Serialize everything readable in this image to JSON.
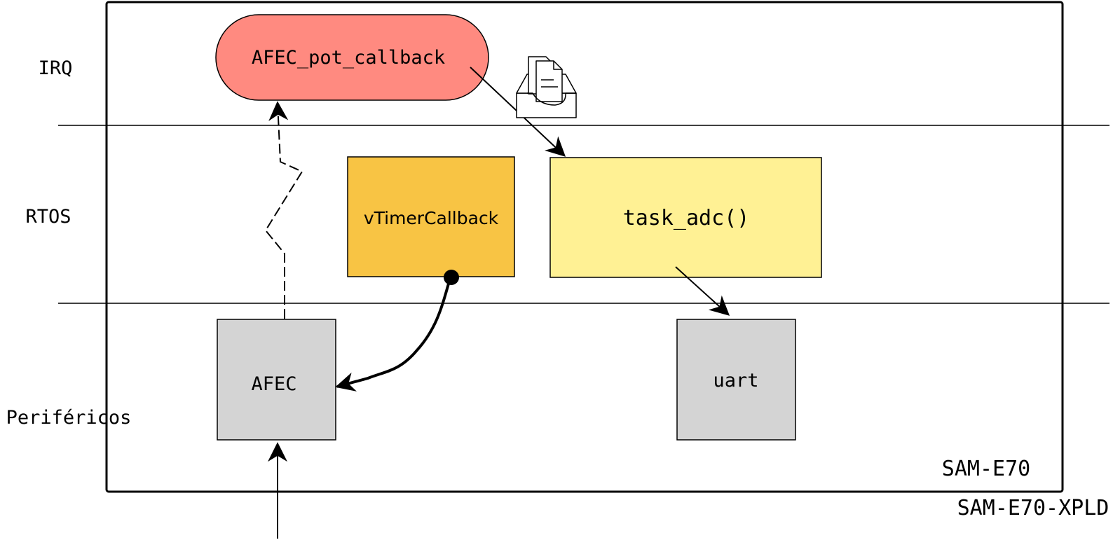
{
  "layers": {
    "irq": "IRQ",
    "rtos": "RTOS",
    "perifericos": "Periféricos"
  },
  "nodes": {
    "afec_callback": "AFEC_pot_callback",
    "vtimer_callback": "vTimerCallback",
    "task_adc": "task_adc()",
    "afec": "AFEC",
    "uart": "uart"
  },
  "boards": {
    "mcu": "SAM-E70",
    "board": "SAM-E70-XPLD"
  },
  "icons": {
    "queue": "inbox-document-icon"
  },
  "colors": {
    "irq_node": "#ff8a80",
    "timer_node": "#f8c444",
    "task_node": "#fff194",
    "peripheral_node": "#d4d4d4",
    "stroke": "#000000"
  }
}
